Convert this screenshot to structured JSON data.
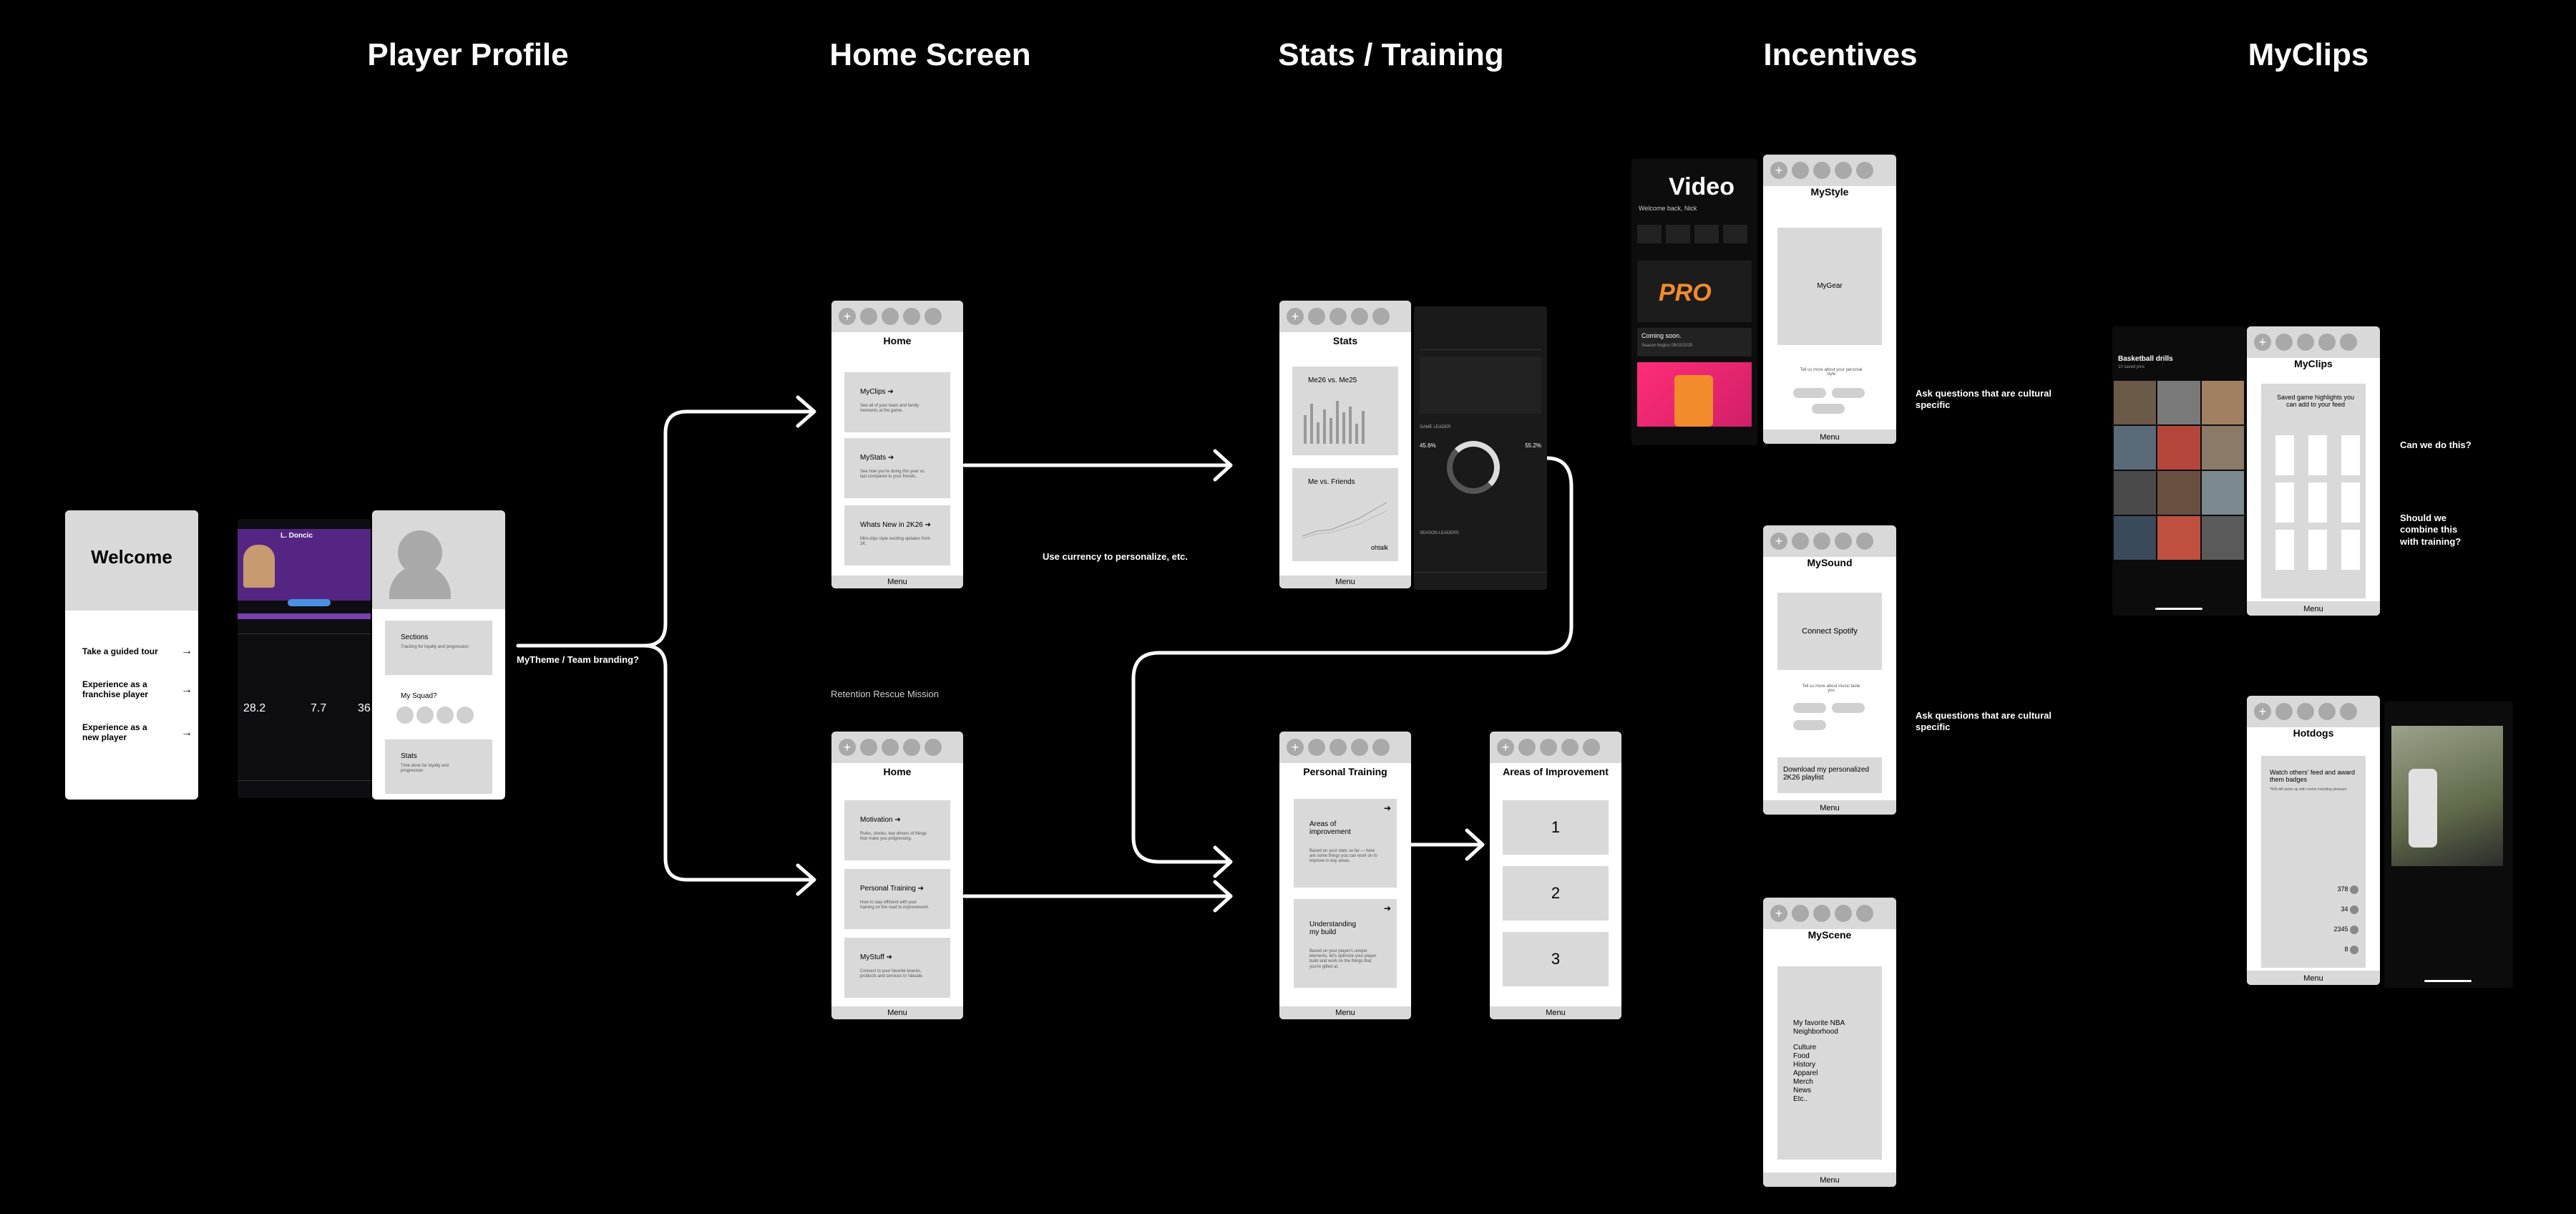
{
  "titles": {
    "player_profile": "Player Profile",
    "home_screen": "Home Screen",
    "stats_training": "Stats / Training",
    "incentives": "Incentives",
    "myclips": "MyClips"
  },
  "welcome": {
    "title": "Welcome",
    "items": [
      "Take a guided tour",
      "Experience as a franchise player",
      "Experience as a new player"
    ]
  },
  "profile_shot": {
    "player": "L. Doncic",
    "stats": [
      "28.2",
      "7.7",
      "36"
    ]
  },
  "profile_wire": {
    "sections_label": "Sections",
    "sections_desc": "Tracking for loyalty and progression",
    "squad_label": "My Squad?",
    "stats_label": "Stats",
    "stats_desc": "Time done for loyalty and progression"
  },
  "notes": {
    "mytheme": "MyTheme / Team branding?",
    "currency": "Use currency to personalize, etc.",
    "retention": "Retention Rescue Mission",
    "cultural1": "Ask questions that are cultural specific",
    "cultural2": "Ask questions that are cultural specific",
    "combine_q1": "Can we do this?",
    "combine_q2": "Should we combine this with training?"
  },
  "home1": {
    "title": "Home",
    "cards": [
      {
        "label": "MyClips",
        "desc": "See all of your team and family moments at the game."
      },
      {
        "label": "MyStats",
        "desc": "See how you're doing this year vs. last compared to your friends."
      },
      {
        "label": "Whats New in 2K26",
        "desc": "Mini-clips style exciting updates from 2K."
      }
    ],
    "menu": "Menu"
  },
  "home2": {
    "title": "Home",
    "cards": [
      {
        "label": "Motivation",
        "desc": "Rules, stories, key drivers of things that make you progressing."
      },
      {
        "label": "Personal Training",
        "desc": "How to stay efficient with your training on the road to improvement."
      },
      {
        "label": "MyStuff",
        "desc": "Connect to your favorite brands, products and services to Valuate."
      }
    ],
    "menu": "Menu"
  },
  "stats": {
    "title": "Stats",
    "chart1_label": "Me26 vs. Me25",
    "chart2_label": "Me vs. Friends",
    "chart2_user": "ohtalk",
    "menu": "Menu"
  },
  "stats_dark": {
    "leader_label": "GAME LEADER",
    "pct1": "45.6%",
    "pct2": "55.2%",
    "season_label": "SEASON LEADERS"
  },
  "personal_training": {
    "title": "Personal Training",
    "cards": [
      {
        "label": "Areas of improvement",
        "desc": "Based on your stats so far — here are some things you can work on to improve in key areas."
      },
      {
        "label": "Understanding my build",
        "desc": "Based on your player's unique elements, let's optimize your player build and work on the things that you're gifted at."
      }
    ],
    "menu": "Menu"
  },
  "areas": {
    "title": "Areas of Improvement",
    "items": [
      "1",
      "2",
      "3"
    ],
    "menu": "Menu"
  },
  "video_shot": {
    "overlay": "Video",
    "welcome": "Welcome back, Nick",
    "brand": "PRO",
    "coming": "Coming soon.",
    "coming_sub": "Season begins 09/15/2025"
  },
  "mystyle": {
    "title": "MyStyle",
    "box": "MyGear",
    "desc": "Tell us more about your personal style",
    "menu": "Menu"
  },
  "mysound": {
    "title": "MySound",
    "box": "Connect Spotify",
    "desc": "Tell us more about music taste you",
    "download": "Download my personalized 2K26 playlist",
    "menu": "Menu"
  },
  "myscene": {
    "title": "MyScene",
    "list": [
      "My favorite NBA Neighborhood",
      "",
      "Culture",
      "Food",
      "History",
      "Apparel",
      "Merch",
      "News",
      "Etc.."
    ],
    "menu": "Menu"
  },
  "drills_shot": {
    "title": "Basketball drills",
    "sub": "10 saved pins"
  },
  "myclips": {
    "title": "MyClips",
    "desc": "Saved game highlights you can add to your feed",
    "menu": "Menu"
  },
  "hotdogs": {
    "title": "Hotdogs",
    "desc": "Watch others' feed and award them badges",
    "sub": "*Will still quote up with cookie including pleasant",
    "counts": [
      "378",
      "34",
      "2345",
      "8"
    ],
    "menu": "Menu"
  },
  "colors": {
    "background": "#000000",
    "wire_gray": "#d9d9d9",
    "dot_gray": "#a9a9a9",
    "accent_purple": "#552583",
    "accent_orange": "#f28b2b",
    "accent_pink": "#e9287a"
  }
}
